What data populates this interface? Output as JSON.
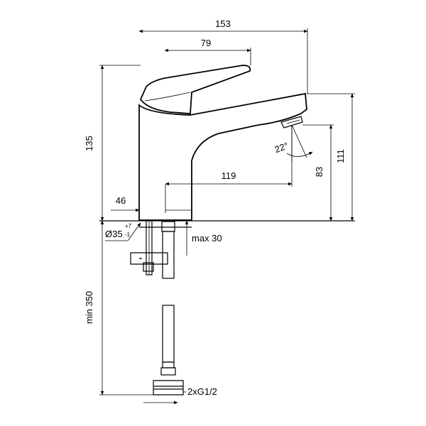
{
  "dimensions": {
    "total_length": "153",
    "handle_length": "79",
    "total_height": "135",
    "spout_height": "111",
    "outlet_height": "83",
    "spout_reach": "119",
    "spout_angle": "22°",
    "body_offset": "46",
    "hole_diameter": "Ø35",
    "hole_tolerance_plus": "+7",
    "hole_tolerance_minus": "-1",
    "max_deck": "max 30",
    "hose_length": "min 350",
    "connection": "2xG1/2"
  }
}
